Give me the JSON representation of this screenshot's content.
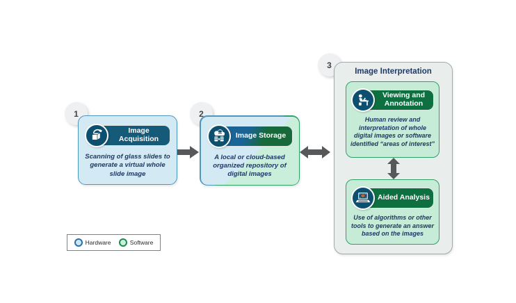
{
  "figure": {
    "description": "Digital pathology workflow diagram with three numbered steps"
  },
  "steps": [
    {
      "number": "1",
      "title": "Image Acquisition",
      "description": "Scanning of glass slides to generate a virtual whole slide image",
      "type": "hardware",
      "icon": "slide-scanner-icon"
    },
    {
      "number": "2",
      "title": "Image Storage",
      "description": "A local or cloud-based organized repository of digital images",
      "type": "hardware-software",
      "icon": "cloud-database-icon"
    },
    {
      "number": "3",
      "title": "Image Interpretation",
      "type": "software",
      "substeps": [
        {
          "title": "Viewing and Annotation",
          "description": "Human review and interpretation of whole digital images or software identified “areas of interest”",
          "icon": "person-at-workstation-icon"
        },
        {
          "title": "Aided Analysis",
          "description": "Use of algorithms or other tools to generate an answer based on the images",
          "icon": "laptop-tissue-image-icon"
        }
      ]
    }
  ],
  "arrows": [
    {
      "name": "arrow-right",
      "between": [
        "Image Acquisition",
        "Image Storage"
      ],
      "direction": "right"
    },
    {
      "name": "arrow-double-horizontal",
      "between": [
        "Image Storage",
        "Image Interpretation"
      ],
      "direction": "both"
    },
    {
      "name": "arrow-double-vertical",
      "between": [
        "Viewing and Annotation",
        "Aided Analysis"
      ],
      "direction": "both"
    }
  ],
  "legend": {
    "items": [
      {
        "label": "Hardware",
        "fill": "#cfe7f3",
        "border": "#2a6fa8"
      },
      {
        "label": "Software",
        "fill": "#c9eeda",
        "border": "#1d8a50"
      }
    ]
  },
  "colors": {
    "teal_pill": "#155a78",
    "green_pill": "#0e7040",
    "blue_green_pill_gradient": [
      "#1b6496",
      "#17693a"
    ],
    "hardware_card_fill": "#d3e9f4",
    "hardware_card_border": "#4e97ba",
    "software_card_fill": "#c6ecd8",
    "software_card_border": "#2fa066",
    "panel_fill": "#e9eeed",
    "panel_border": "#a2aaa9",
    "icon_circle": "#0d4f6e",
    "arrow_gray": "#57585a",
    "navy_text": "#1f3864",
    "badge_fill": "#eef0f1"
  }
}
